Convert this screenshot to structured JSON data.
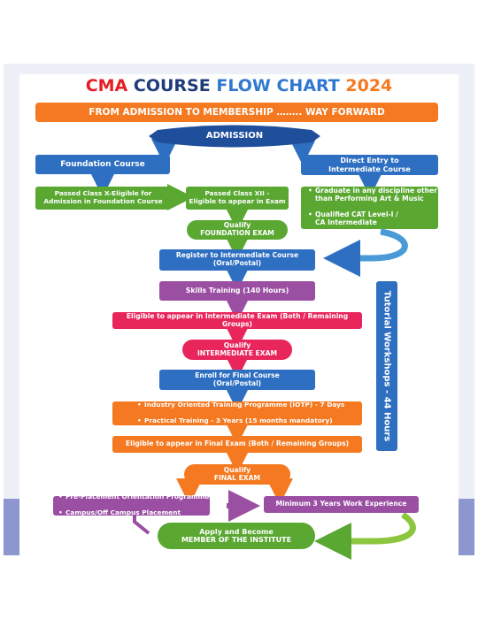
{
  "colors": {
    "orange": "#f47920",
    "blue": "#2e6fc2",
    "dark_blue": "#1f4e9b",
    "green": "#5aa832",
    "purple": "#9a4fa3",
    "pink": "#e8265c",
    "title_red": "#e31e24",
    "title_navy": "#1f3b7a",
    "title_blue": "#2f78d1",
    "title_orange": "#f47920"
  },
  "title": {
    "part1": "CMA",
    "part2": "COURSE",
    "part3": "FLOW CHART",
    "part4": "2024"
  },
  "subtitle": "FROM ADMISSION TO MEMBERSHIP …….. WAY FORWARD",
  "admission": "ADMISSION",
  "foundation_course": "Foundation Course",
  "direct_entry": "Direct Entry to\nIntermediate Course",
  "class_x": "Passed Class X-Eligible for\nAdmission in Foundation Course",
  "class_xii": "Passed Class XII -\nEligible to appear in Exam",
  "direct_entry_bullets": [
    "Graduate in any discipline other than Performing Art & Music",
    "Qualified CAT Level-I /\nCA Intermediate"
  ],
  "qualify_foundation": "Qualify\nFOUNDATION EXAM",
  "register_intermediate": "Register to Intermediate Course\n(Oral/Postal)",
  "skills_training": "Skills Training (140 Hours)",
  "eligible_intermediate": "Eligible to appear in Intermediate Exam (Both / Remaining Groups)",
  "qualify_intermediate": "Qualify\nINTERMEDIATE EXAM",
  "enroll_final": "Enroll for Final Course\n(Oral/Postal)",
  "training_bullets": [
    "Industry Oriented Training Programme (IOTP) - 7 Days",
    "Practical Training - 3 Years (15 months mandatory)"
  ],
  "eligible_final": "Eligible to appear in Final Exam (Both / Remaining Groups)",
  "qualify_final": "Qualify\nFINAL EXAM",
  "placement_bullets": [
    "Pre-Placement Orientation Programme",
    "Campus/Off Campus Placement"
  ],
  "work_experience": "Minimum 3 Years Work Experience",
  "member": "Apply and Become\nMEMBER OF THE INSTITUTE",
  "tutorial_workshops": "Tutorial Workshops - 44 Hours"
}
